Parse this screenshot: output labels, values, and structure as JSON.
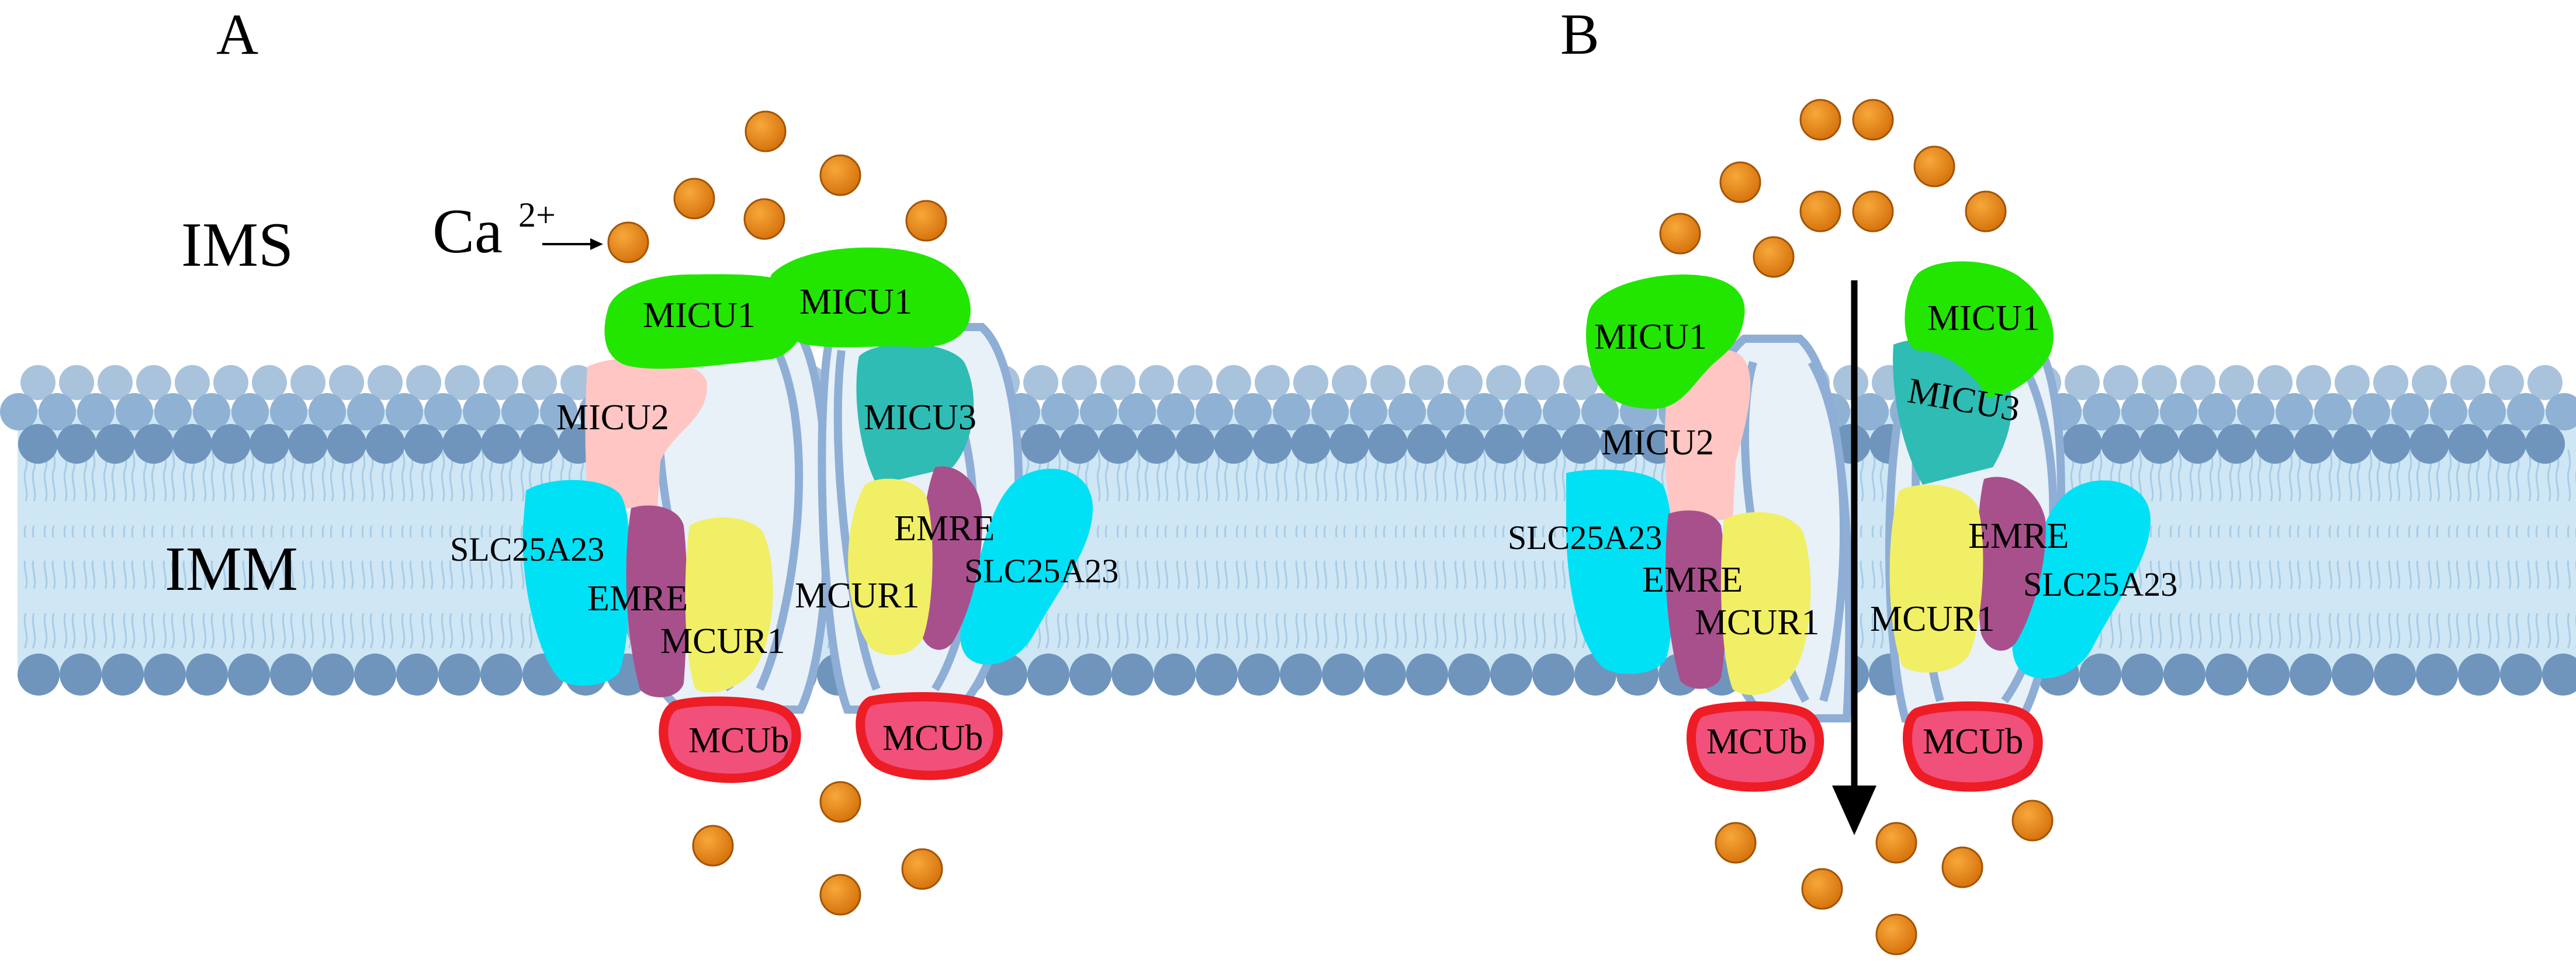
{
  "panels": [
    {
      "letter": "A"
    },
    {
      "letter": "B"
    }
  ],
  "regions": {
    "ims": "IMS",
    "imm": "IMM"
  },
  "ion": {
    "symbol": "Ca",
    "charge": "2+"
  },
  "panel_a": {
    "micu1_left": "MICU1",
    "micu1_right": "MICU1",
    "micu2": "MICU2",
    "micu3": "MICU3",
    "slc_left": "SLC25A23",
    "slc_right": "SLC25A23",
    "emre_left": "EMRE",
    "emre_right": "EMRE",
    "mcur1_left": "MCUR1",
    "mcur1_right": "MCUR1",
    "mcub_left": "MCUb",
    "mcub_right": "MCUb"
  },
  "panel_b": {
    "micu1_left": "MICU1",
    "micu1_right": "MICU1",
    "micu2": "MICU2",
    "micu3": "MICU3",
    "slc_left": "SLC25A23",
    "slc_right": "SLC25A23",
    "emre_left": "EMRE",
    "emre_right": "EMRE",
    "mcur1_left": "MCUR1",
    "mcur1_right": "MCUR1",
    "mcub_left": "MCUb",
    "mcub_right": "MCUb"
  },
  "colors": {
    "membrane_fluid": "#cfe6f5",
    "lipid_head": "#6f95bd",
    "lipid_head_light": "#a9c3dd",
    "channel_fill": "#e8f0f8",
    "channel_stroke": "#8eaed6",
    "micu1": "#22e600",
    "micu2": "#ffc6c3",
    "micu3": "#2ebcb4",
    "slc25a23": "#00e1f5",
    "emre": "#a8508c",
    "mcur1": "#f1ef66",
    "mcub_fill": "#f0507a",
    "mcub_stroke": "#ee1c24",
    "calcium": "#e48110",
    "calcium_stroke": "#a35405",
    "arrow": "#000000"
  }
}
